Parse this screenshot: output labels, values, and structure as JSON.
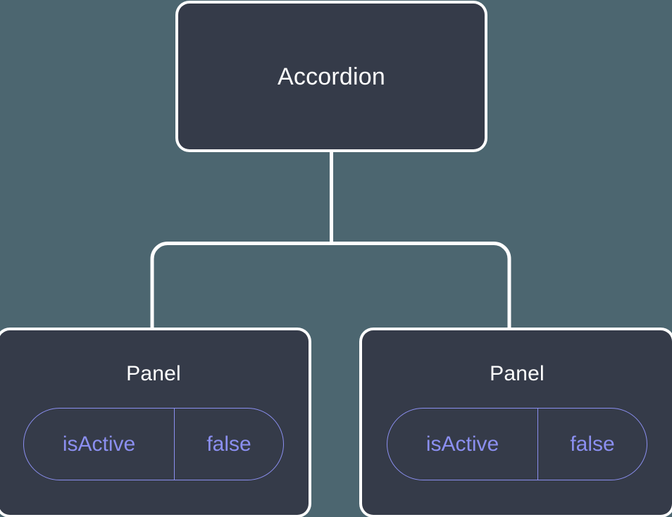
{
  "diagram": {
    "type": "component-tree",
    "background_color": "#4c6670",
    "node_fill_color": "#353b49",
    "node_border_color": "#ffffff",
    "connector_color": "#ffffff",
    "accent_color": "#8b8ff0",
    "title_color": "#ffffff"
  },
  "root": {
    "label": "Accordion"
  },
  "children": [
    {
      "label": "Panel",
      "prop": {
        "key": "isActive",
        "value": "false"
      }
    },
    {
      "label": "Panel",
      "prop": {
        "key": "isActive",
        "value": "false"
      }
    }
  ]
}
